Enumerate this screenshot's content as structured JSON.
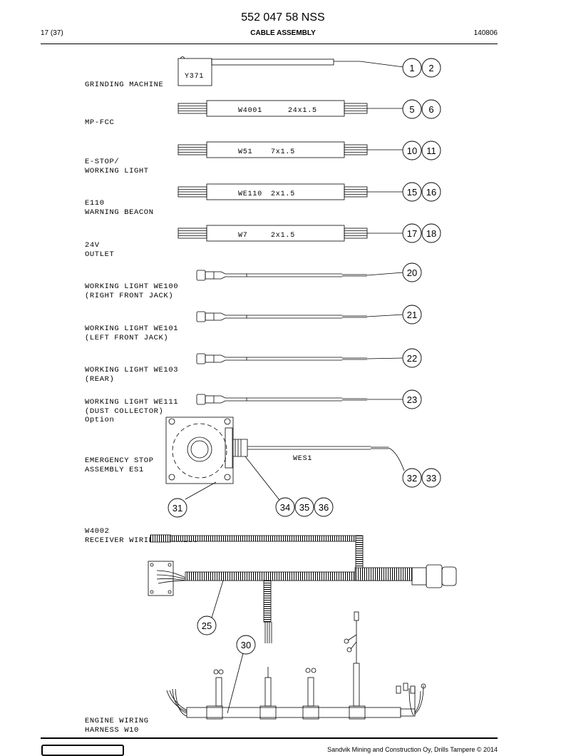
{
  "header": {
    "doc_number": "552 047 58 NSS",
    "page": "17 (37)",
    "title": "CABLE ASSEMBLY",
    "date": "140806"
  },
  "footer": {
    "company": "Sandvik Mining and Construction Oy, Drills Tampere © 2014"
  },
  "labels": {
    "grinding": [
      "GRINDING MACHINE"
    ],
    "mpfcc": [
      "MP-FCC"
    ],
    "estop": [
      "E-STOP/",
      "WORKING LIGHT"
    ],
    "e110": [
      "E110",
      "WARNING BEACON"
    ],
    "outlet": [
      "24V",
      "OUTLET"
    ],
    "wl100": [
      "WORKING LIGHT WE100",
      "(RIGHT FRONT JACK)"
    ],
    "wl101": [
      "WORKING LIGHT WE101",
      "(LEFT FRONT JACK)"
    ],
    "wl103": [
      "WORKING LIGHT WE103",
      "(REAR)"
    ],
    "wl111": [
      "WORKING LIGHT WE111",
      "(DUST COLLECTOR)",
      "Option"
    ],
    "es1": [
      "EMERGENCY STOP",
      "ASSEMBLY ES1"
    ],
    "w4002": [
      "W4002",
      "RECEIVER WIRING HARNESS"
    ],
    "w10": [
      "ENGINE WIRING",
      "HARNESS W10"
    ]
  },
  "cables": {
    "grinding": "Y371",
    "mpfcc": [
      "W4001",
      "24x1.5"
    ],
    "estop": [
      "W51",
      "7x1.5"
    ],
    "e110": [
      "WE110",
      "2x1.5"
    ],
    "outlet": [
      "W7",
      "2x1.5"
    ],
    "es1": "WES1"
  },
  "balloons": {
    "b1": "1",
    "b2": "2",
    "b5": "5",
    "b6": "6",
    "b10": "10",
    "b11": "11",
    "b15": "15",
    "b16": "16",
    "b17": "17",
    "b18": "18",
    "b20": "20",
    "b21": "21",
    "b22": "22",
    "b23": "23",
    "b31": "31",
    "b32": "32",
    "b33": "33",
    "b34": "34",
    "b35": "35",
    "b36": "36",
    "b25": "25",
    "b30": "30"
  }
}
